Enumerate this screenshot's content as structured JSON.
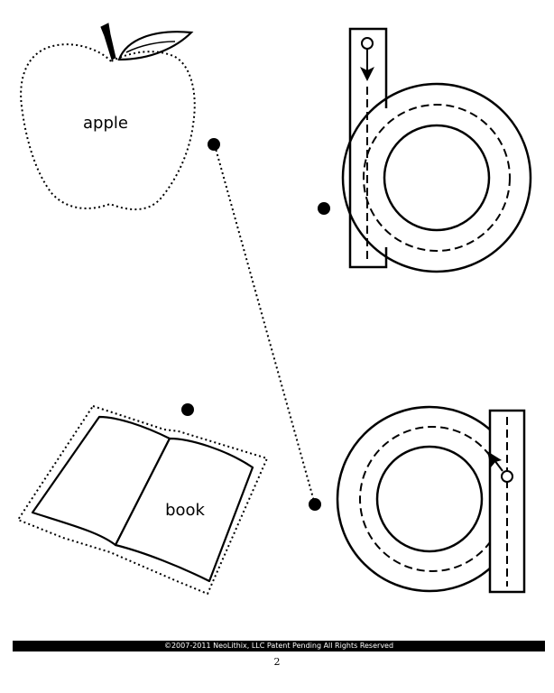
{
  "worksheet": {
    "pictures": [
      {
        "id": "apple",
        "label": "apple",
        "icon": "apple-icon"
      },
      {
        "id": "book",
        "label": "book",
        "icon": "book-icon"
      }
    ],
    "letters": [
      {
        "id": "b",
        "glyph": "b",
        "style": "tracing-outline"
      },
      {
        "id": "a",
        "glyph": "a",
        "style": "tracing-outline"
      }
    ],
    "connections": [
      {
        "from": "apple",
        "to": "a",
        "style": "dotted"
      }
    ]
  },
  "footer": {
    "copyright": "©2007-2011  NeoLithix, LLC  Patent Pending  All Rights Reserved",
    "page_number": "2"
  },
  "colors": {
    "ink": "#000000",
    "paper": "#ffffff"
  }
}
